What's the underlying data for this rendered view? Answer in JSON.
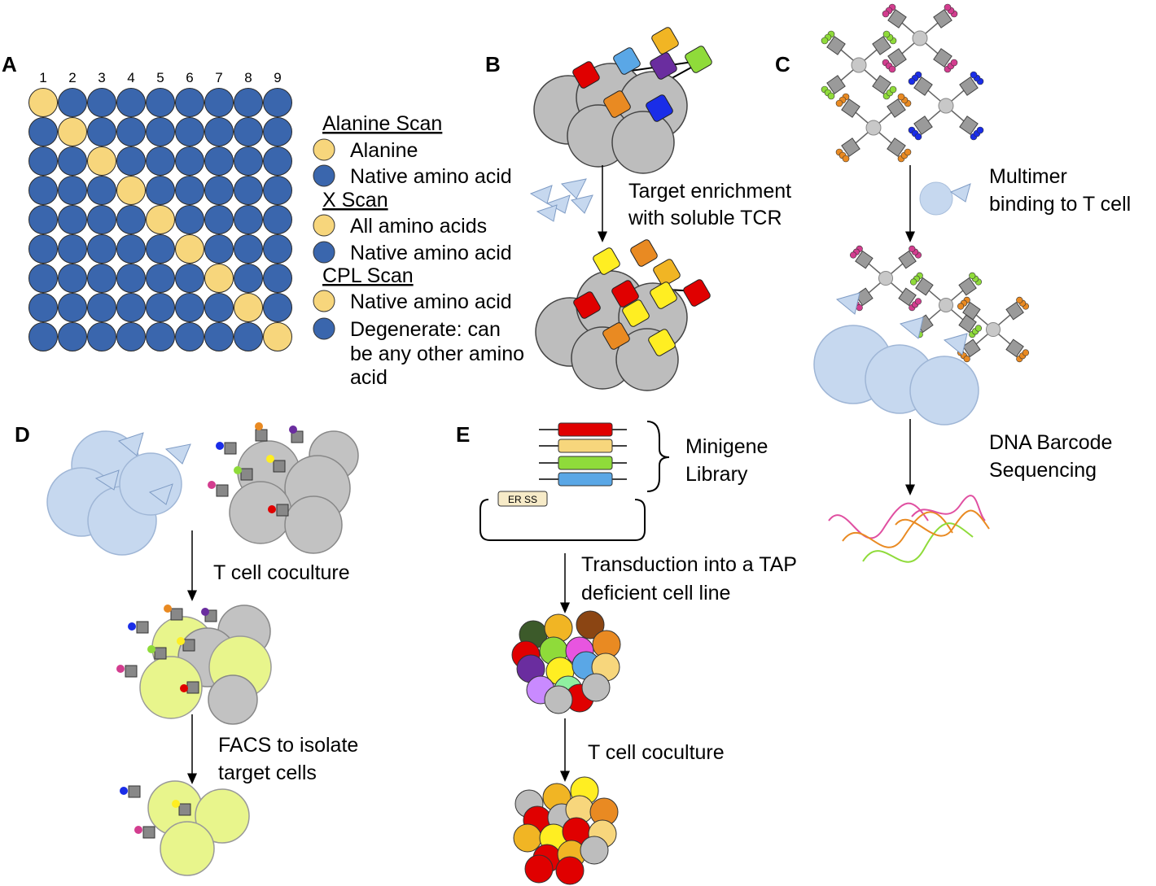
{
  "panels": {
    "a": "A",
    "b": "B",
    "c": "C",
    "d": "D",
    "e": "E"
  },
  "grid": {
    "columns": [
      "1",
      "2",
      "3",
      "4",
      "5",
      "6",
      "7",
      "8",
      "9"
    ],
    "rows": 9
  },
  "legend": {
    "alanine_scan": "Alanine Scan",
    "alanine": "Alanine",
    "native_1": "Native amino acid",
    "x_scan": "X Scan",
    "all_amino_acids": "All amino acids",
    "native_2": "Native amino acid",
    "cpl_scan": "CPL Scan",
    "native_3": "Native amino acid",
    "degenerate_1": "Degenerate: can",
    "degenerate_2": "be any other amino",
    "degenerate_3": "acid"
  },
  "panel_b": {
    "step_1": "Target enrichment",
    "step_2": "with soluble TCR"
  },
  "panel_c": {
    "step_1a": "Multimer",
    "step_1b": "binding to T cell",
    "step_2a": "DNA Barcode",
    "step_2b": "Sequencing"
  },
  "panel_d": {
    "step_1": "T cell coculture",
    "step_2a": "FACS to isolate",
    "step_2b": "target cells"
  },
  "panel_e": {
    "library_1": "Minigene",
    "library_2": "Library",
    "er_ss": "ER SS",
    "step_1a": "Transduction into a TAP",
    "step_1b": "deficient cell line",
    "step_2": "T cell coculture"
  },
  "colors": {
    "native": "#3a66ad",
    "alanine": "#f7d67c",
    "gray_cell": "#bdbdbd",
    "t_cell": "#c6d8ef",
    "target_cell": "#e8f58c",
    "red": "#e00000",
    "orange": "#e98a22",
    "yellow": "#ffee22",
    "green": "#8fdb3a",
    "blue": "#5aa7e6",
    "magenta": "#d33d8f",
    "purple": "#6a2d9f"
  }
}
